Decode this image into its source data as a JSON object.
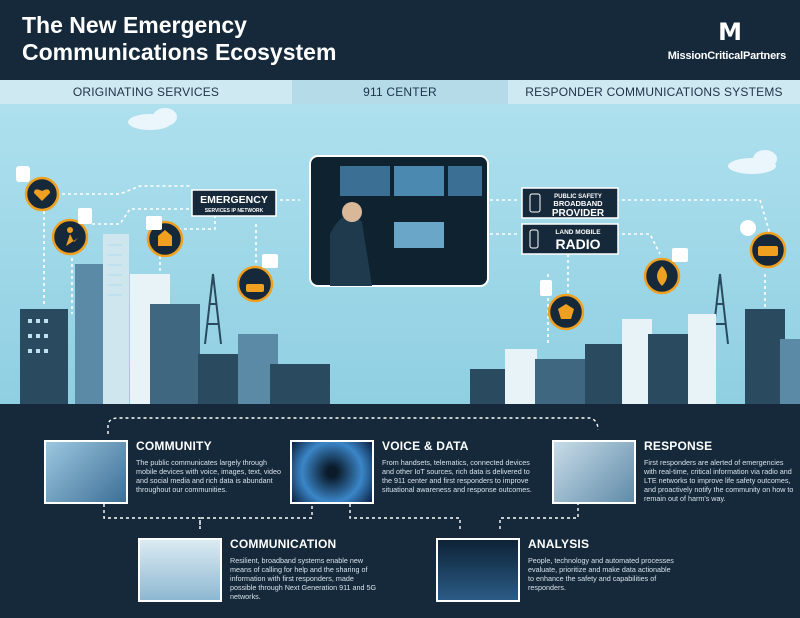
{
  "title": {
    "line1": "The New Emergency",
    "line2": "Communications Ecosystem"
  },
  "logo": {
    "mark": "M",
    "text": "MissionCriticalPartners"
  },
  "bands": [
    "ORIGINATING SERVICES",
    "911 CENTER",
    "RESPONDER COMMUNICATIONS SYSTEMS"
  ],
  "scene": {
    "esinet": {
      "line1": "EMERGENCY",
      "line2": "SERVICES IP NETWORK"
    },
    "broadband": {
      "line1": "PUBLIC SAFETY",
      "line2": "BROADBAND",
      "line3": "PROVIDER"
    },
    "radio": {
      "line1": "LAND MOBILE",
      "line2": "RADIO"
    },
    "icons": [
      "smartwatch-icon",
      "heart-health-icon",
      "runner-icon",
      "phone-icon",
      "house-fire-icon",
      "vehicle-crash-icon",
      "camera-icon",
      "police-badge-icon",
      "fire-icon",
      "tablet-icon",
      "ambulance-icon",
      "wireless-icon"
    ]
  },
  "cards": {
    "community": {
      "title": "COMMUNITY",
      "body": "The public communicates largely through mobile devices with voice, images, text, video and social media and rich data is abundant throughout our communities."
    },
    "voice_data": {
      "title": "VOICE & DATA",
      "body": "From handsets, telematics, connected devices and other IoT sources, rich data is delivered to the 911 center and first responders to improve situational awareness and response outcomes."
    },
    "response": {
      "title": "RESPONSE",
      "body": "First responders are alerted of emergencies with real-time, critical information via radio and LTE networks to improve life safety outcomes, and proactively notify the community on how to remain out of harm's way."
    },
    "communication": {
      "title": "COMMUNICATION",
      "body": "Resilient, broadband systems enable new means of calling for help and the sharing of information with first responders, made possible through Next Generation 911 and 5G networks."
    },
    "analysis": {
      "title": "ANALYSIS",
      "body": "People, technology and automated processes evaluate, prioritize and make data actionable to enhance the safety and capabilities of responders."
    }
  },
  "colors": {
    "navy": "#15293a",
    "accent": "#f0a020",
    "sky": "#aee0ee"
  }
}
